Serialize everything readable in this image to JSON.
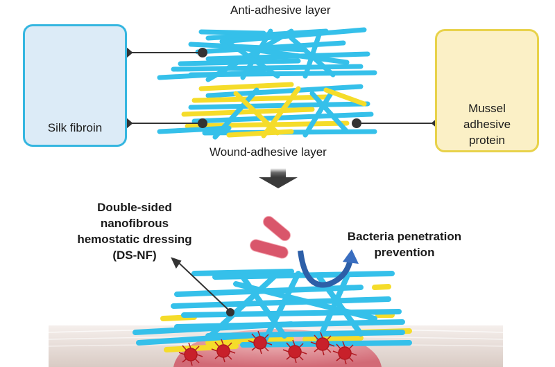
{
  "labels": {
    "top_layer": "Anti-adhesive layer",
    "bottom_layer": "Wound-adhesive layer",
    "silk_box": "Silk fibroin",
    "mussel_box": [
      "Mussel",
      "adhesive",
      "protein"
    ],
    "dressing": [
      "Double-sided",
      "nanofibrous",
      "hemostatic dressing",
      "(DS-NF)"
    ],
    "bacteria": [
      "Bacteria penetration",
      "prevention"
    ]
  },
  "colors": {
    "fiber_blue": "#35c0ea",
    "fiber_yellow": "#f5dc2a",
    "silk_border": "#35b6e0",
    "silk_fill": "#dcebf7",
    "mussel_border": "#e8d24a",
    "mussel_fill": "#fbf0c6",
    "connector": "#333333",
    "arrow_gray": "#444444",
    "bacteria_pink": "#d9566b",
    "platelet_red": "#c8202a",
    "deflect_arrow": "#2d5fa8",
    "skin": "#e9ddd8",
    "wound": "#d98a90"
  },
  "icons": {
    "cocoons": "silk-cocoon-icon",
    "mussel": "mussel-icon",
    "down_arrow": "down-arrow-icon",
    "bacteria": "bacteria-icon",
    "deflect": "curved-arrow-icon",
    "platelets": "platelet-icon"
  }
}
